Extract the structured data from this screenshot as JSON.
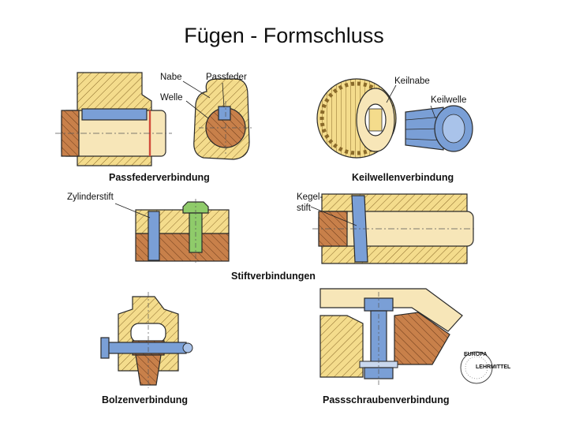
{
  "title": "Fügen - Formschluss",
  "captions": {
    "passfeder": "Passfederverbindung",
    "keilwelle": "Keilwellenverbindung",
    "stift": "Stiftverbindungen",
    "bolzen": "Bolzenverbindung",
    "passschraube": "Passschraubenverbindung"
  },
  "labels": {
    "nabe": "Nabe",
    "passfeder": "Passfeder",
    "welle": "Welle",
    "keilnabe": "Keilnabe",
    "keilwelle": "Keilwelle",
    "zylinderstift": "Zylinderstift",
    "kegelstift_1": "Kegel-",
    "kegelstift_2": "stift"
  },
  "logo": {
    "line1": "EUROPA",
    "line2": "LEHRMITTEL"
  },
  "colors": {
    "yellow": "#f4dc8c",
    "orange_brown": "#c8804a",
    "blue": "#7a9fd6",
    "green": "#8fcb6a",
    "cream": "#f7e6b8",
    "red": "#d24b3a",
    "outline": "#2a2a2a"
  }
}
